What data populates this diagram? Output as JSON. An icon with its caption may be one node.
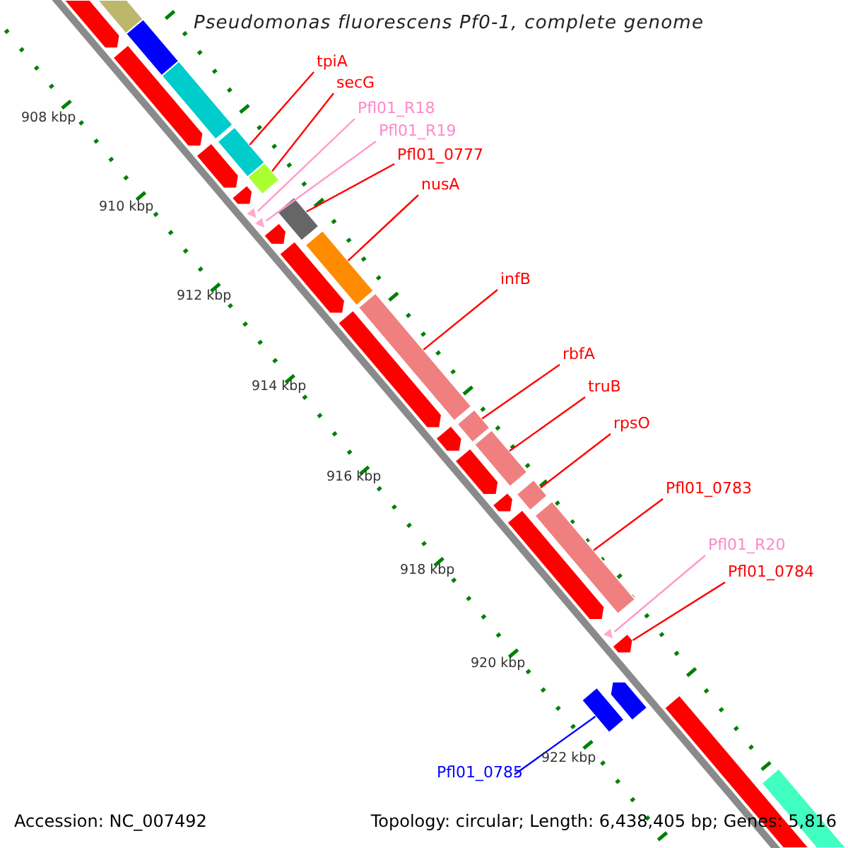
{
  "diagram": {
    "title": "Pseudomonas fluorescens Pf0-1, complete genome",
    "nodes": [
      {
        "text": [
          "tpiA"
        ]
      },
      {
        "text": [
          "secG"
        ]
      },
      {
        "text": [
          "Pfl01_R18"
        ]
      },
      {
        "text": [
          "Pfl01_R19"
        ]
      },
      {
        "text": [
          "Pfl01_0777"
        ]
      },
      {
        "text": [
          "nusA"
        ]
      },
      {
        "text": [
          "infB"
        ]
      },
      {
        "text": [
          "rbfA"
        ]
      },
      {
        "text": [
          "truB"
        ]
      },
      {
        "text": [
          "rpsO"
        ]
      },
      {
        "text": [
          "Pfl01_0783"
        ]
      },
      {
        "text": [
          "Pfl01_R20"
        ]
      },
      {
        "text": [
          "Pfl01_0784"
        ]
      },
      {
        "text": [
          "Pfl01_0785"
        ]
      },
      {
        "text": [],
        "shape": "pentagon"
      },
      {
        "text": [],
        "shape": "bar"
      },
      {
        "text": [],
        "shape": "bar"
      },
      {
        "text": [],
        "shape": "pentagon"
      },
      {
        "text": [],
        "shape": "bar"
      },
      {
        "text": [],
        "shape": "pentagon"
      },
      {
        "text": [],
        "shape": "bar"
      },
      {
        "text": [],
        "shape": "bar"
      },
      {
        "text": [],
        "shape": "pentagon"
      },
      {
        "text": [],
        "shape": "triangle"
      },
      {
        "text": [],
        "shape": "triangle"
      },
      {
        "text": [],
        "shape": "bar"
      },
      {
        "text": [],
        "shape": "pentagon"
      },
      {
        "text": [],
        "shape": "pentagon"
      },
      {
        "text": [],
        "shape": "bar"
      },
      {
        "text": [],
        "shape": "pentagon"
      },
      {
        "text": [],
        "shape": "bar"
      },
      {
        "text": [],
        "shape": "pentagon"
      },
      {
        "text": [],
        "shape": "bar"
      },
      {
        "text": [],
        "shape": "bar"
      },
      {
        "text": [],
        "shape": "pentagon"
      },
      {
        "text": [],
        "shape": "pentagon"
      },
      {
        "text": [],
        "shape": "bar"
      },
      {
        "text": [],
        "shape": "pentagon"
      },
      {
        "text": [],
        "shape": "bar"
      },
      {
        "text": [],
        "shape": "triangle"
      },
      {
        "text": [],
        "shape": "pentagon"
      },
      {
        "text": [],
        "shape": "bar"
      },
      {
        "text": [],
        "shape": "pentagon"
      },
      {
        "text": [],
        "shape": "bar"
      },
      {
        "text": [],
        "shape": "bar"
      }
    ],
    "edges": [
      {
        "from": 0,
        "to": 20,
        "arrow": "none"
      },
      {
        "from": 1,
        "to": 21,
        "arrow": "none"
      },
      {
        "from": 2,
        "to": 23,
        "arrow": "none",
        "color": "#ff99cc"
      },
      {
        "from": 3,
        "to": 24,
        "arrow": "none",
        "color": "#ff99cc"
      },
      {
        "from": 4,
        "to": 25,
        "arrow": "none"
      },
      {
        "from": 5,
        "to": 28,
        "arrow": "none"
      },
      {
        "from": 6,
        "to": 30,
        "arrow": "none"
      },
      {
        "from": 7,
        "to": 32,
        "arrow": "none"
      },
      {
        "from": 8,
        "to": 33,
        "arrow": "none"
      },
      {
        "from": 9,
        "to": 36,
        "arrow": "none"
      },
      {
        "from": 10,
        "to": 38,
        "arrow": "none"
      },
      {
        "from": 11,
        "to": 39,
        "arrow": "none",
        "color": "#ff99cc"
      },
      {
        "from": 12,
        "to": 40,
        "arrow": "none"
      },
      {
        "from": 13,
        "to": 41,
        "arrow": "none",
        "color": "#0000ff"
      }
    ],
    "labels": [
      "908 kbp",
      "910 kbp",
      "912 kbp",
      "914 kbp",
      "916 kbp",
      "918 kbp",
      "920 kbp",
      "922 kbp",
      "Accession: NC_007492",
      "Topology: circular; Length: 6,438,405 bp; Genes: 5,816"
    ]
  }
}
